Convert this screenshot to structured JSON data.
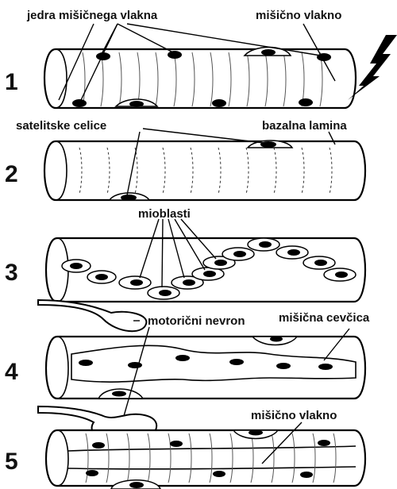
{
  "labels": {
    "jedra": "jedra mišičnega vlakna",
    "misicno_vlakno_top": "mišično vlakno",
    "satelitske": "satelitske celice",
    "bazalna": "bazalna lamina",
    "mioblasti": "mioblasti",
    "motoricni": "motorični nevron",
    "cevcica": "mišična cevčica",
    "misicno_vlakno_bottom": "mišično vlakno"
  },
  "stages": [
    "1",
    "2",
    "3",
    "4",
    "5"
  ],
  "icons": {
    "lightning": "lightning-bolt-icon"
  }
}
